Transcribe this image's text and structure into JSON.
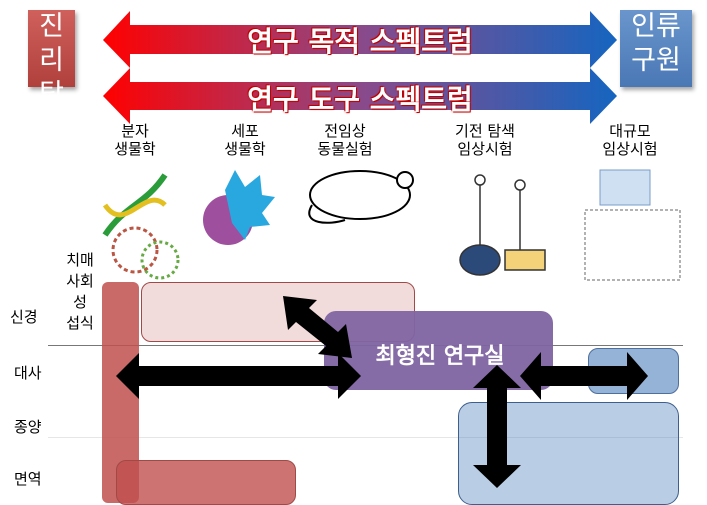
{
  "goal_left": [
    "진리",
    "탐구"
  ],
  "goal_right": [
    "인류",
    "구원"
  ],
  "arrow_purpose": "연구 목적 스펙트럼",
  "arrow_tools": "연구 도구 스펙트럼",
  "tools": [
    {
      "line1": "분자",
      "line2": "생물학"
    },
    {
      "line1": "세포",
      "line2": "생물학"
    },
    {
      "line1": "전임상",
      "line2": "동물실험"
    },
    {
      "line1": "기전 탐색",
      "line2": "임상시험"
    },
    {
      "line1": "대규모",
      "line2": "임상시험"
    }
  ],
  "neuro_sub": [
    "치매",
    "사회성",
    "섭식"
  ],
  "rows": [
    "신경",
    "대사",
    "종양",
    "면역"
  ],
  "lab_name": "최형진 연구실",
  "colors": {
    "red": "#c0504d",
    "blue": "#4f81bd",
    "purple": "#8064a2"
  }
}
